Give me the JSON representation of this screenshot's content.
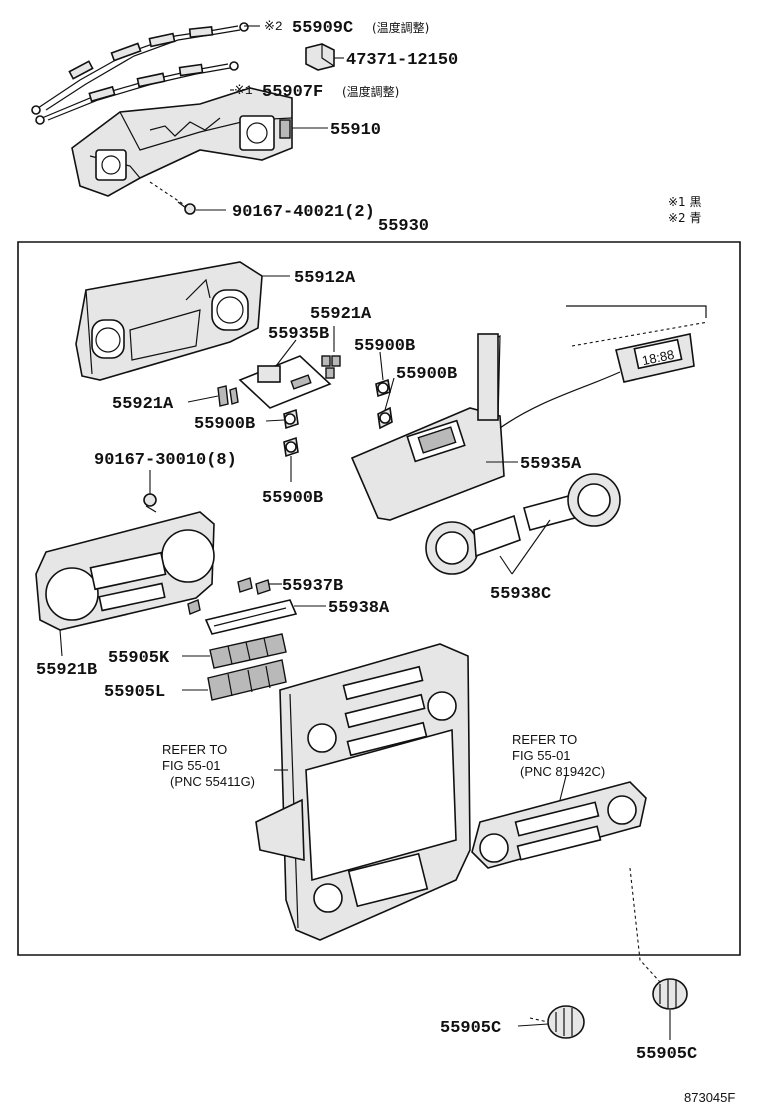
{
  "parts": {
    "p55909C": {
      "number": "55909C",
      "prefix": "※2",
      "note": "(温度調整)"
    },
    "p47371": {
      "number": "47371-12150"
    },
    "p55907F": {
      "number": "55907F",
      "prefix": "※1",
      "note": "(温度調整)"
    },
    "p55910": {
      "number": "55910"
    },
    "p90167_40021": {
      "number": "90167-40021(2)"
    },
    "p55930": {
      "number": "55930"
    },
    "p55912A": {
      "number": "55912A"
    },
    "p55921A_top": {
      "number": "55921A"
    },
    "p55935B": {
      "number": "55935B"
    },
    "p55900B_1": {
      "number": "55900B"
    },
    "p55900B_2": {
      "number": "55900B"
    },
    "p55921A_left": {
      "number": "55921A"
    },
    "p55900B_3": {
      "number": "55900B"
    },
    "p90167_30010": {
      "number": "90167-30010(8)"
    },
    "p55935A": {
      "number": "55935A"
    },
    "p55900B_4": {
      "number": "55900B"
    },
    "p55937B": {
      "number": "55937B"
    },
    "p55938A": {
      "number": "55938A"
    },
    "p55938C": {
      "number": "55938C"
    },
    "p55921B": {
      "number": "55921B"
    },
    "p55905K": {
      "number": "55905K"
    },
    "p55905L": {
      "number": "55905L"
    },
    "p55905C_1": {
      "number": "55905C"
    },
    "p55905C_2": {
      "number": "55905C"
    }
  },
  "legend": {
    "item1": "※1 黒",
    "item2": "※2 青"
  },
  "refer_left": {
    "line1": "REFER TO",
    "line2": "FIG 55-01",
    "line3": "(PNC 55411G)"
  },
  "refer_right": {
    "line1": "REFER TO",
    "line2": "FIG 55-01",
    "line3": "(PNC 81942C)"
  },
  "clock_display": "18:88",
  "diagram_code": "873045F"
}
